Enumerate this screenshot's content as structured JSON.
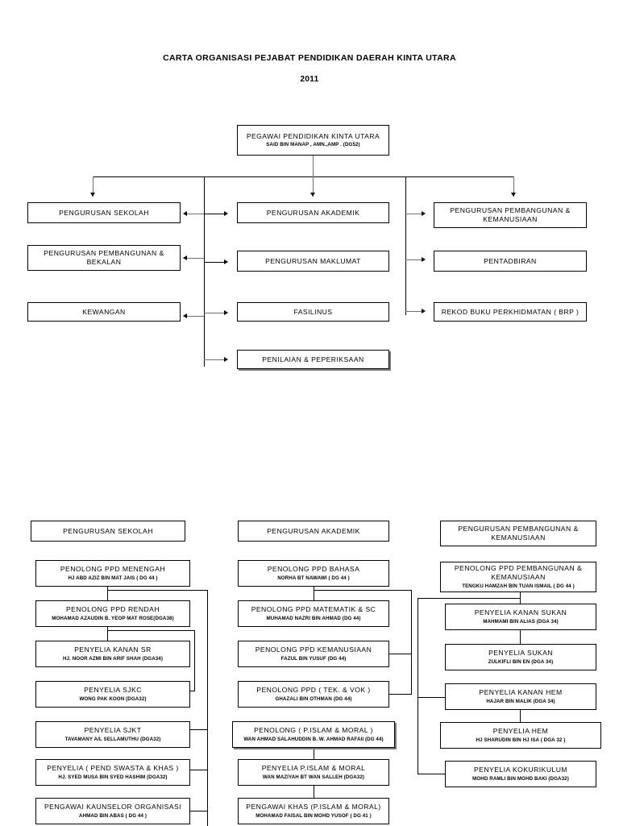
{
  "document": {
    "title": "CARTA ORGANISASI PEJABAT PENDIDIKAN DAERAH KINTA UTARA",
    "year": "2011"
  },
  "top_chart": {
    "root": {
      "title": "PEGAWAI PENDIDIKAN KINTA UTARA",
      "subtitle": "SAID BIN MANAP , AMN.,AMP . (DG52)"
    },
    "left_column": [
      {
        "title": "PENGURUSAN SEKOLAH"
      },
      {
        "title": "PENGURUSAN PEMBANGUNAN &\nBEKALAN"
      },
      {
        "title": "KEWANGAN"
      }
    ],
    "center_column": [
      {
        "title": "PENGURUSAN AKADEMIK"
      },
      {
        "title": "PENGURUSAN MAKLUMAT"
      },
      {
        "title": "FASILINUS"
      },
      {
        "title": "PENILAIAN & PEPERIKSAAN"
      }
    ],
    "right_column": [
      {
        "title": "PENGURUSAN PEMBANGUNAN &\nKEMANUSIAAN"
      },
      {
        "title": "PENTADBIRAN"
      },
      {
        "title": "REKOD BUKU PERKHIDMATAN ( BRP )"
      }
    ]
  },
  "bottom_chart": {
    "columns": [
      {
        "header": "PENGURUSAN SEKOLAH",
        "nodes": [
          {
            "title": "PENOLONG PPD MENENGAH",
            "subtitle": "HJ ABD AZIZ BIN MAT JAIS ( DG 44 )"
          },
          {
            "title": "PENOLONG PPD RENDAH",
            "subtitle": "MOHAMAD AZAUDIN B. YEOP MAT ROSE(DGA38)"
          },
          {
            "title": "PENYELIA KANAN SR",
            "subtitle": "HJ. NOOR AZMI BIN ARIF SHAH (DGA34)"
          },
          {
            "title": "PENYELIA SJKC",
            "subtitle": "WONG PAK KOON (DGA32)"
          },
          {
            "title": "PENYELIA SJKT",
            "subtitle": "TAVAMANY A/L SELLAMUTHU (DGA32)"
          },
          {
            "title": "PENYELIA ( PEND SWASTA & KHAS )",
            "subtitle": "HJ. SYED MUSA BIN SYED HASHIM (DGA32)"
          },
          {
            "title": "PENGAWAI KAUNSELOR ORGANISASI",
            "subtitle": "AHMAD BIN ABAS ( DG 44 )"
          }
        ]
      },
      {
        "header": "PENGURUSAN AKADEMIK",
        "nodes": [
          {
            "title": "PENOLONG PPD BAHASA",
            "subtitle": "NORHA BT NAWAWI ( DG 44 )"
          },
          {
            "title": "PENOLONG PPD MATEMATIK & SC",
            "subtitle": "MUHAMAD NAZRI BIN AHMAD (DG 44)"
          },
          {
            "title": "PENOLONG PPD KEMANUSIAAN",
            "subtitle": "FAZUL BIN YUSUF (DG 44)"
          },
          {
            "title": "PENOLONG PPD ( TEK. & VOK )",
            "subtitle": "GHAZALI BIN OTHMAN (DG 44)"
          },
          {
            "title": "PENOLONG ( P.ISLAM & MORAL )",
            "subtitle": "WAN AHMAD SALAHUDDIN B. W. AHMAD RAFAII (DG 44)"
          },
          {
            "title": "PENYELIA P.ISLAM & MORAL",
            "subtitle": "WAN MAZIYAH BT WAN SALLEH (DGA32)"
          },
          {
            "title": "PENGAWAI KHAS (P.ISLAM & MORAL)",
            "subtitle": "MOHAMAD FAISAL BIN MOHD YUSOF ( DG 41 )"
          }
        ]
      },
      {
        "header": "PENGURUSAN PEMBANGUNAN &\nKEMANUSIAAN",
        "nodes": [
          {
            "title": "PENOLONG PPD PEMBANGUNAN &\nKEMANUSIAAN",
            "subtitle": "TENGKU HAMZAH BIN TUAN ISMAIL ( DG 44 )"
          },
          {
            "title": "PENYELIA KANAN SUKAN",
            "subtitle": "MAHMAMI BIN ALIAS  (DGA 34)"
          },
          {
            "title": "PENYELIA SUKAN",
            "subtitle": "ZULKIFLI BIN EN (DGA 34)"
          },
          {
            "title": "PENYELIA KANAN HEM",
            "subtitle": "HAJAR BIN MALIK (DGA 34)"
          },
          {
            "title": "PENYELIA HEM",
            "subtitle": "HJ SHARUDIN BIN HJ ISA ( DGA 32 )"
          },
          {
            "title": "PENYELIA KOKURIKULUM",
            "subtitle": "MOHD RAMLI BIN MOHD BAKI (DGA32)"
          }
        ]
      }
    ]
  }
}
